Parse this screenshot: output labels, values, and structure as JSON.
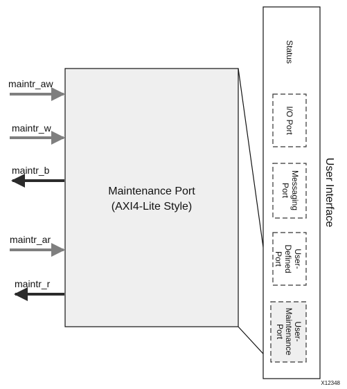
{
  "main_block": {
    "line1": "Maintenance Port",
    "line2": "(AXI4-Lite Style)"
  },
  "signals": {
    "aw": "maintr_aw",
    "w": "maintr_w",
    "b": "maintr_b",
    "ar": "maintr_ar",
    "r": "maintr_r"
  },
  "user_interface": {
    "title": "User Interface",
    "status": "Status",
    "io_port": "I/O Port",
    "messaging_line1": "Messaging",
    "messaging_line2": "Port",
    "user_defined_line1": "User-",
    "user_defined_line2": "Defined",
    "user_defined_line3": "Port",
    "user_maint_line1": "User-",
    "user_maint_line2": "Maintenance",
    "user_maint_line3": "Port"
  },
  "figure_id": "X12348",
  "colors": {
    "block_fill": "#efefef",
    "input_arrow": "#7f7f7f",
    "output_arrow": "#2b2b2b",
    "stroke": "#111111"
  }
}
